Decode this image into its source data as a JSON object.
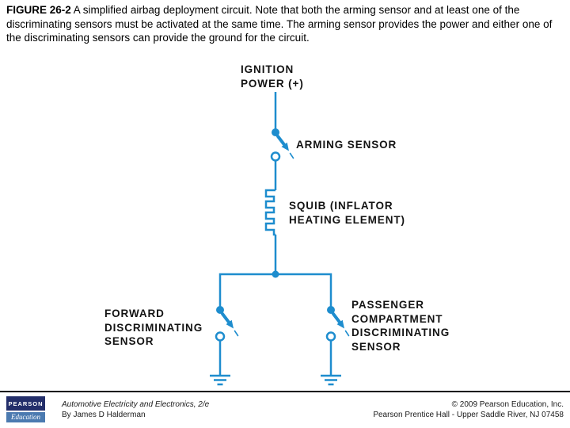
{
  "header": {
    "figure_label": "FIGURE 26-2",
    "caption": " A simplified airbag deployment circuit. Note that both the arming sensor and at least one of the discriminating sensors must be activated at the same time. The arming sensor provides the power and either one of the discriminating sensors can provide the ground for the circuit."
  },
  "diagram": {
    "wire_color": "#1e8dce",
    "labels": {
      "ignition": "IGNITION\nPOWER (+)",
      "arming": "ARMING SENSOR",
      "squib": "SQUIB (INFLATOR\nHEATING ELEMENT)",
      "forward": "FORWARD\nDISCRIMINATING\nSENSOR",
      "passenger": "PASSENGER\nCOMPARTMENT\nDISCRIMINATING\nSENSOR"
    }
  },
  "footer": {
    "logo": {
      "brand": "PEARSON",
      "division": "Education",
      "navy_color": "#232e6a",
      "steel_color": "#4b7ab0"
    },
    "book_title": "Automotive Electricity and Electronics, 2/e",
    "book_author": "By James D Halderman",
    "copyright": "© 2009 Pearson Education, Inc.",
    "publisher": "Pearson Prentice Hall - Upper Saddle River, NJ 07458"
  }
}
